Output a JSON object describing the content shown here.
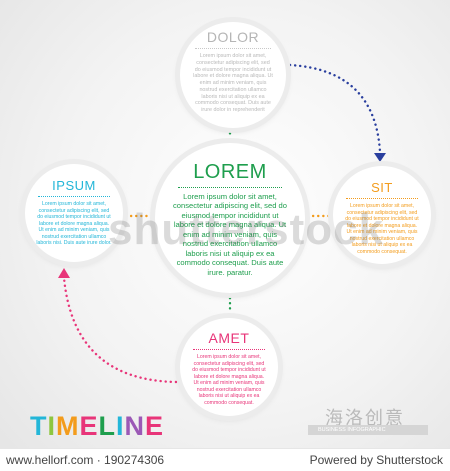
{
  "nodes": {
    "dolor": {
      "title": "DOLOR",
      "body": "Lorem ipsum dolor sit amet, consectetur adipiscing elit, sed do eiusmod tempor incididunt ut labore et dolore magna aliqua. Ut enim ad minim veniam, quis nostrud exercitation ullamco laboris nisi ut aliquip ex ea commodo consequat. Duis aute irure dolor in reprehenderit"
    },
    "lorem": {
      "title": "LOREM",
      "body": "Lorem ipsum dolor sit amet, consectetur adipiscing elit, sed do eiusmod tempor incididunt ut labore et dolore magna aliqua. Ut enim ad minim veniam, quis nostrud exercitation ullamco laboris nisi ut aliquip ex ea commodo consequat. Duis aute irure. paratur."
    },
    "ipsum": {
      "title": "IPSUM",
      "body": "Lorem ipsum dolor sit amet, consectetur adipiscing elit, sed do eiusmod tempor incididunt ut labore et dolore magna aliqua. Ut enim ad minim veniam, quis nostrud exercitation ullamco laboris nisi. Duis aute irure dolor."
    },
    "sit": {
      "title": "SIT",
      "body": "Lorem ipsum dolor sit amet, consectetur adipiscing elit, sed do eiusmod tempor incididunt ut labore et dolore magna aliqua. Ut enim ad minim veniam, quis nostrud exercitation ullamco laboris nisi ut aliquip ex ea commodo consequat."
    },
    "amet": {
      "title": "AMET",
      "body": "Lorem ipsum dolor sit amet, consectetur adipiscing elit, sed do eiusmod tempor incididunt ut labore et dolore magna aliqua. Ut enim ad minim veniam, quis nostrud exercitation ullamco laboris nisi ut aliquip ex ea commodo consequat."
    }
  },
  "timeline_letters": [
    {
      "ch": "T",
      "color": "#23b6d8"
    },
    {
      "ch": "I",
      "color": "#8dc63f"
    },
    {
      "ch": "M",
      "color": "#f39c1c"
    },
    {
      "ch": "E",
      "color": "#e83579"
    },
    {
      "ch": "L",
      "color": "#1e9e4d"
    },
    {
      "ch": "I",
      "color": "#23b6d8"
    },
    {
      "ch": "N",
      "color": "#9b59b6"
    },
    {
      "ch": "E",
      "color": "#e83579"
    }
  ],
  "colors": {
    "green": "#1e9e4d",
    "blue": "#23b6d8",
    "orange": "#f39c1c",
    "pink": "#e83579",
    "navy": "#2a3f9e",
    "gray": "#b5b5b5"
  },
  "watermark": "shutterstock",
  "business_bar": "BUSINESS INFOGRAPHIC",
  "cjk_mark": "海洛创意",
  "footer": {
    "left": "www.hellorf.com · 190274306",
    "right": "Powered by Shutterstock"
  }
}
